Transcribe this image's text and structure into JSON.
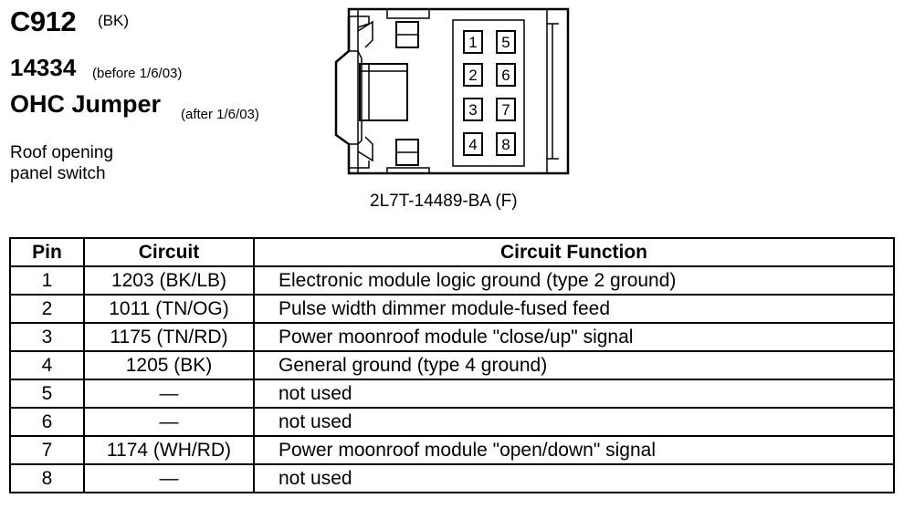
{
  "header": {
    "connector_id": "C912",
    "connector_color": "(BK)",
    "part_code": "14334",
    "part_code_note": "(before 1/6/03)",
    "name": "OHC Jumper",
    "name_note": "(after 1/6/03)",
    "description_line1": "Roof opening",
    "description_line2": "panel switch"
  },
  "connector": {
    "part_number": "2L7T-14489-BA (F)",
    "pin_labels": [
      "1",
      "2",
      "3",
      "4",
      "5",
      "6",
      "7",
      "8"
    ]
  },
  "table": {
    "headers": {
      "pin": "Pin",
      "circuit": "Circuit",
      "function": "Circuit Function"
    },
    "rows": [
      {
        "pin": "1",
        "circuit": "1203 (BK/LB)",
        "function": "Electronic module logic ground (type 2 ground)"
      },
      {
        "pin": "2",
        "circuit": "1011 (TN/OG)",
        "function": "Pulse width dimmer module-fused feed"
      },
      {
        "pin": "3",
        "circuit": "1175 (TN/RD)",
        "function": "Power moonroof module \"close/up\" signal"
      },
      {
        "pin": "4",
        "circuit": "1205 (BK)",
        "function": "General ground (type 4 ground)"
      },
      {
        "pin": "5",
        "circuit": "—",
        "function": "not used"
      },
      {
        "pin": "6",
        "circuit": "—",
        "function": "not used"
      },
      {
        "pin": "7",
        "circuit": "1174 (WH/RD)",
        "function": "Power moonroof module \"open/down\" signal"
      },
      {
        "pin": "8",
        "circuit": "—",
        "function": "not used"
      }
    ]
  }
}
